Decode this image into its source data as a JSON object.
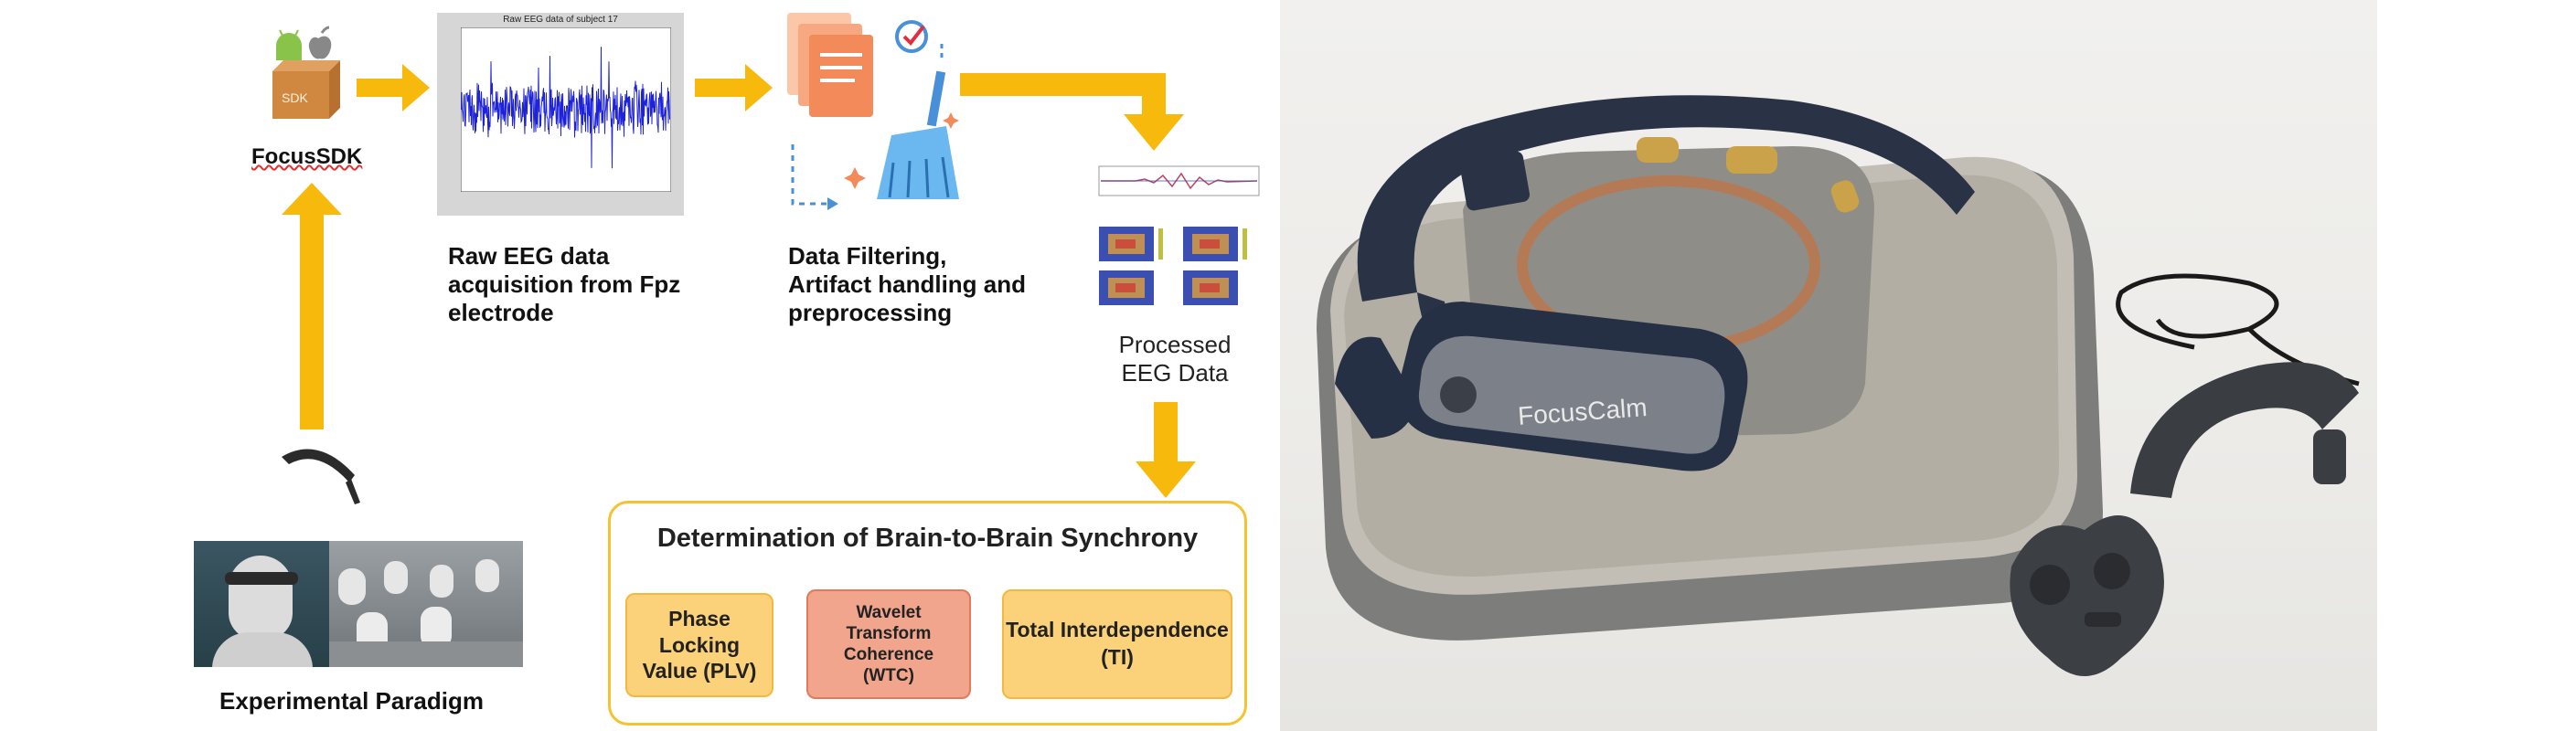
{
  "left_diagram": {
    "sdk_label": "FocusSDK",
    "raw_eeg_label": [
      "Raw EEG data",
      "acquisition from Fpz",
      "electrode"
    ],
    "raw_eeg_plot_title": "Raw EEG data of subject 17",
    "filtering_label": [
      "Data Filtering,",
      "Artifact handling and",
      "preprocessing"
    ],
    "processed_label": [
      "Processed",
      "EEG Data"
    ],
    "paradigm_label": "Experimental Paradigm",
    "sync_title": "Determination of Brain-to-Brain Synchrony",
    "methods": [
      {
        "lines": [
          "Phase",
          "Locking",
          "Value (PLV)"
        ],
        "color": "#fbd27a"
      },
      {
        "lines": [
          "Wavelet",
          "Transform",
          "Coherence",
          "(WTC)"
        ],
        "color": "#f0a58c"
      },
      {
        "lines": [
          "Total Interdependence",
          "(TI)"
        ],
        "color": "#fbd27a"
      }
    ],
    "colors": {
      "arrow": "#f6b90c",
      "box_border": "#f6c230",
      "eeg_trace": "#1f23d8"
    }
  },
  "device_photo": {
    "device_brand_text": "FocusCalm"
  }
}
